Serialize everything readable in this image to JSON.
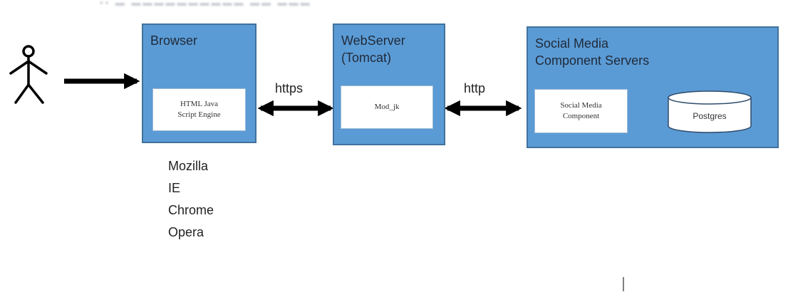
{
  "colors": {
    "box_fill": "#5b9bd5",
    "box_border": "#41719c",
    "arrow": "#000000",
    "connector": "#2f4b6b"
  },
  "icons": {
    "user": "stick-figure-actor-icon",
    "db": "database-cylinder-icon"
  },
  "browser": {
    "title": "Browser",
    "engine": "HTML Java\nScript Engine",
    "examples": [
      "Mozilla",
      "IE",
      "Chrome",
      "Opera"
    ]
  },
  "webserver": {
    "title": "WebServer\n(Tomcat)",
    "module": "Mod_jk"
  },
  "social": {
    "title": "Social Media\nComponent Servers",
    "component": "Social Media\nComponent",
    "database": "Postgres"
  },
  "links": {
    "browser_webserver": "https",
    "webserver_social": "http"
  }
}
